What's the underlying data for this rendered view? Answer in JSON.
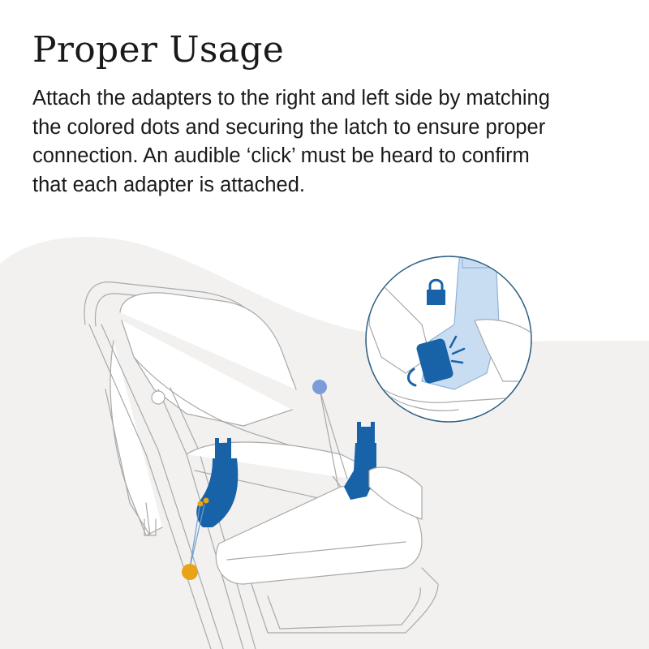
{
  "header": {
    "title": "Proper Usage"
  },
  "instructions": {
    "lines": [
      "Attach the adapters to the right and left side by matching",
      "the colored dots and securing the latch to ensure proper",
      "connection. An audible ‘click’ must be heard to confirm",
      "that each adapter is attached."
    ]
  },
  "illustration": {
    "subject": "stroller with car seat adapters",
    "callout": "detail circle showing latch locking",
    "icons": [
      "lock-icon",
      "arrow-rotate-icon",
      "click-lines-icon"
    ],
    "markers": [
      {
        "name": "left-adapter-dot",
        "color": "#E8A317"
      },
      {
        "name": "right-adapter-dot",
        "color": "#7C9CD9"
      }
    ],
    "colors": {
      "adapter_blue": "#1863A8",
      "adapter_light_blue": "#C9DDF2",
      "lock_blue": "#1863A8",
      "line_gray": "#A9A9A9",
      "background_gray": "#F2F1F0",
      "callout_border": "#2B5F84"
    }
  }
}
